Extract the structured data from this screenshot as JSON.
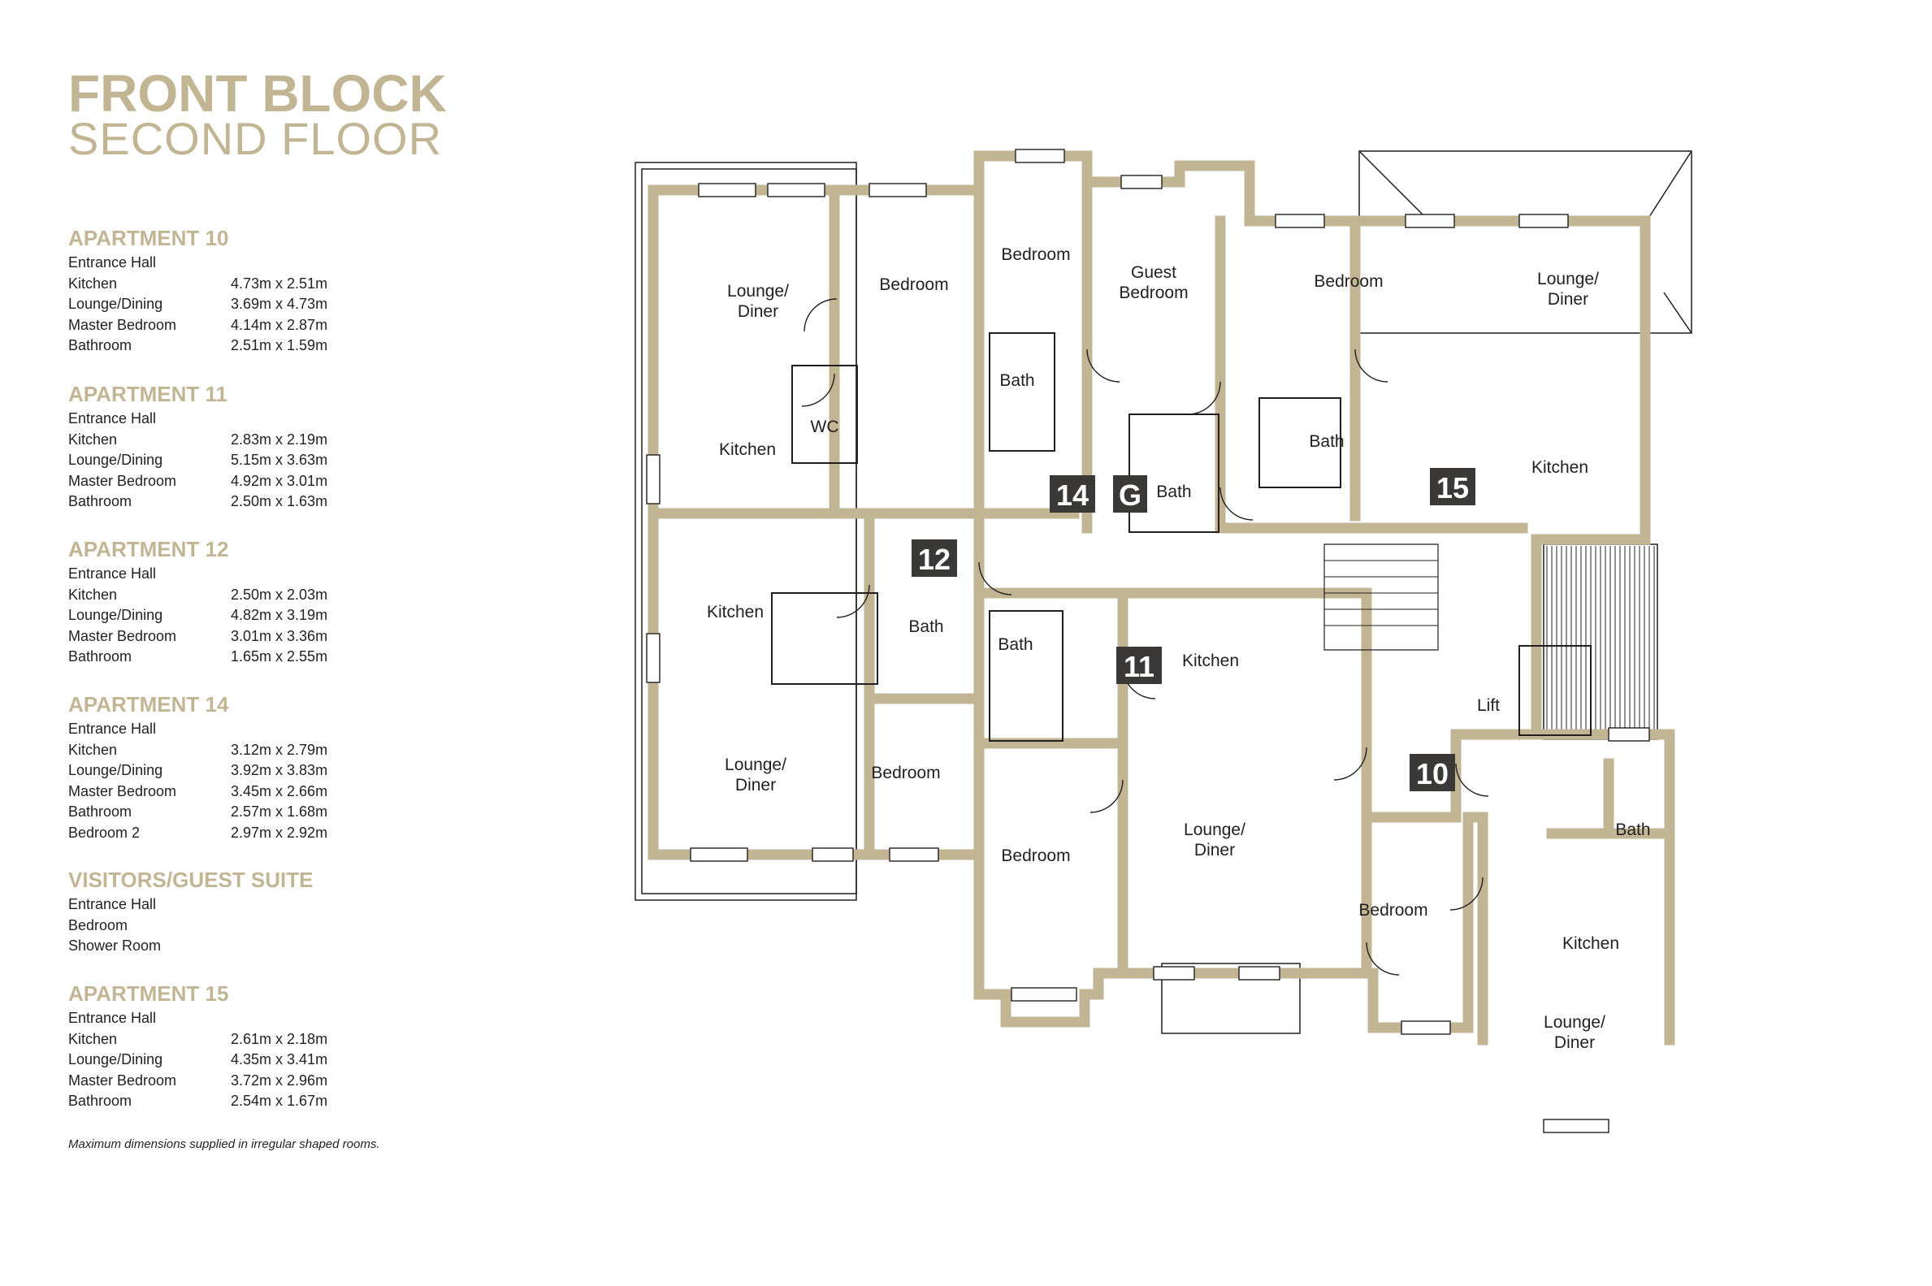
{
  "header": {
    "title_line1": "FRONT BLOCK",
    "title_line2": "SECOND FLOOR"
  },
  "schedule": [
    {
      "title": "APARTMENT 10",
      "rows": [
        {
          "room": "Entrance Hall",
          "dim": ""
        },
        {
          "room": "Kitchen",
          "dim": "4.73m x 2.51m"
        },
        {
          "room": "Lounge/Dining",
          "dim": "3.69m x 4.73m"
        },
        {
          "room": "Master Bedroom",
          "dim": "4.14m x 2.87m"
        },
        {
          "room": "Bathroom",
          "dim": "2.51m x 1.59m"
        }
      ]
    },
    {
      "title": "APARTMENT 11",
      "rows": [
        {
          "room": "Entrance Hall",
          "dim": ""
        },
        {
          "room": "Kitchen",
          "dim": "2.83m x 2.19m"
        },
        {
          "room": "Lounge/Dining",
          "dim": "5.15m x 3.63m"
        },
        {
          "room": "Master Bedroom",
          "dim": "4.92m x 3.01m"
        },
        {
          "room": "Bathroom",
          "dim": "2.50m x 1.63m"
        }
      ]
    },
    {
      "title": "APARTMENT 12",
      "rows": [
        {
          "room": "Entrance Hall",
          "dim": ""
        },
        {
          "room": "Kitchen",
          "dim": "2.50m x 2.03m"
        },
        {
          "room": "Lounge/Dining",
          "dim": "4.82m x 3.19m"
        },
        {
          "room": "Master Bedroom",
          "dim": "3.01m x 3.36m"
        },
        {
          "room": "Bathroom",
          "dim": "1.65m x 2.55m"
        }
      ]
    },
    {
      "title": "APARTMENT 14",
      "rows": [
        {
          "room": "Entrance Hall",
          "dim": ""
        },
        {
          "room": "Kitchen",
          "dim": "3.12m x 2.79m"
        },
        {
          "room": "Lounge/Dining",
          "dim": "3.92m x 3.83m"
        },
        {
          "room": "Master Bedroom",
          "dim": "3.45m x 2.66m"
        },
        {
          "room": "Bathroom",
          "dim": "2.57m x 1.68m"
        },
        {
          "room": "Bedroom 2",
          "dim": "2.97m x 2.92m"
        }
      ]
    },
    {
      "title": "VISITORS/GUEST SUITE",
      "rows": [
        {
          "room": "Entrance Hall",
          "dim": ""
        },
        {
          "room": "Bedroom",
          "dim": ""
        },
        {
          "room": "Shower Room",
          "dim": ""
        }
      ]
    },
    {
      "title": "APARTMENT 15",
      "rows": [
        {
          "room": "Entrance Hall",
          "dim": ""
        },
        {
          "room": "Kitchen",
          "dim": "2.61m x 2.18m"
        },
        {
          "room": "Lounge/Dining",
          "dim": "4.35m x 3.41m"
        },
        {
          "room": "Master Bedroom",
          "dim": "3.72m x 2.96m"
        },
        {
          "room": "Bathroom",
          "dim": "2.54m x 1.67m"
        }
      ]
    }
  ],
  "footnote": "Maximum dimensions supplied in irregular shaped rooms.",
  "plan": {
    "rooms": {
      "a10_lounge": "Lounge/ Diner",
      "a10_bedroom1": "Bedroom",
      "a10_kitchen": "Kitchen",
      "a10_wc": "WC",
      "a14_bedroom": "Bedroom",
      "a14_bath": "Bath",
      "g_bedroom": "Guest Bedroom",
      "g_bath": "Bath",
      "a15_bedroom": "Bedroom",
      "a15_lounge": "Lounge/ Diner",
      "a15_bath": "Bath",
      "a15_kitchen": "Kitchen",
      "a12_kitchen": "Kitchen",
      "a12_bath": "Bath",
      "a12_lounge": "Lounge/ Diner",
      "a12_bedroom": "Bedroom",
      "a11_bath": "Bath",
      "a11_kitchen": "Kitchen",
      "a11_bedroom": "Bedroom",
      "a11_lounge": "Lounge/ Diner",
      "lift": "Lift",
      "a10b_bedroom": "Bedroom",
      "a10b_bath": "Bath",
      "a10b_kitchen": "Kitchen",
      "a10b_lounge": "Lounge/ Diner"
    },
    "badges": {
      "b14": "14",
      "bG": "G",
      "b15": "15",
      "b12": "12",
      "b11": "11",
      "b10": "10"
    },
    "colors": {
      "wall": "#c2b594",
      "line": "#231f20",
      "badge": "#3b3838"
    }
  }
}
